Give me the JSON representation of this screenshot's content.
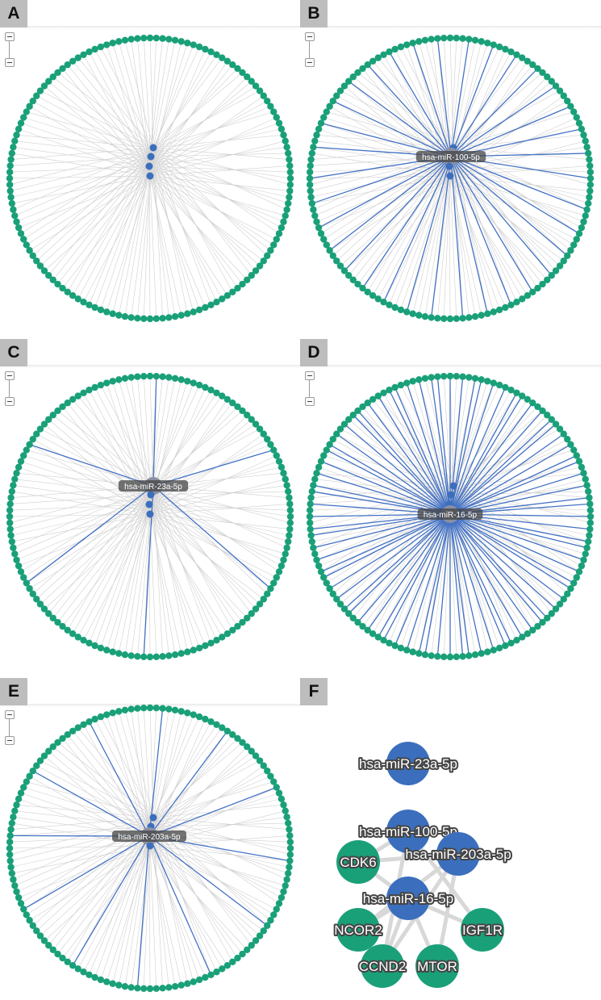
{
  "panels": [
    {
      "letter": "A",
      "highlight_label": "",
      "highlight_index": -1,
      "count": 0
    },
    {
      "letter": "B",
      "highlight_label": "hsa-miR-100-5p",
      "highlight_index": 1,
      "count": 34
    },
    {
      "letter": "C",
      "highlight_label": "hsa-miR-23a-5p",
      "highlight_index": 0,
      "count": 6
    },
    {
      "letter": "D",
      "highlight_label": "hsa-miR-16-5p",
      "highlight_index": 3,
      "count": 80
    },
    {
      "letter": "E",
      "highlight_label": "hsa-miR-203a-5p",
      "highlight_index": 2,
      "count": 12
    }
  ],
  "panel_f": {
    "letter": "F",
    "mirna_nodes": [
      "hsa-miR-23a-5p",
      "hsa-miR-100-5p",
      "hsa-miR-203a-5p",
      "hsa-miR-16-5p"
    ],
    "gene_nodes": [
      "CDK6",
      "NCOR2",
      "IGF1R",
      "CCND2",
      "MTOR"
    ]
  },
  "colors": {
    "mirna_node": "#3b6fbd",
    "gene_node": "#1aa079",
    "highlight_edge": "#4472c4",
    "default_edge": "#cfcfcf",
    "label_bg": "#444444",
    "label_text": "#ffffff"
  }
}
